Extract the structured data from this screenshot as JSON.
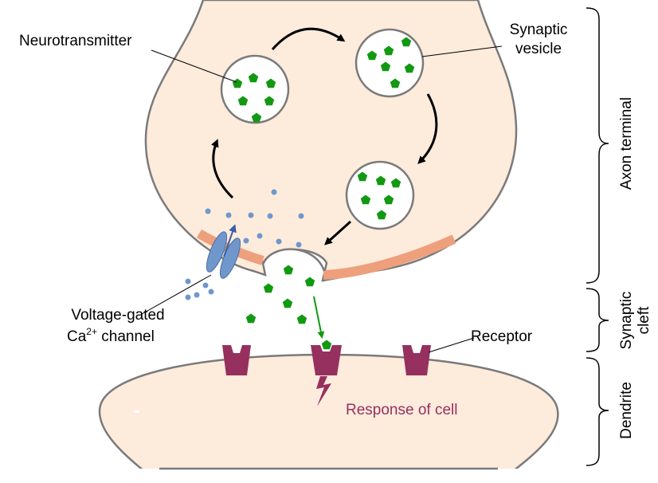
{
  "labels": {
    "neurotransmitter": "Neurotransmitter",
    "synaptic_vesicle_line1": "Synaptic",
    "synaptic_vesicle_line2": "vesicle",
    "vgcc_line1": "Voltage-gated",
    "vgcc_ca": "Ca",
    "vgcc_sup": "2+",
    "vgcc_line2_rest": " channel",
    "receptor": "Receptor",
    "response": "Response of cell"
  },
  "regions": {
    "axon_terminal": "Axon terminal",
    "synaptic_cleft_line1": "Synaptic",
    "synaptic_cleft_line2": "cleft",
    "dendrite": "Dendrite"
  },
  "colors": {
    "cell_fill": "#fdebdc",
    "membrane_outline": "#7a7a7a",
    "active_zone": "#ee9f7c",
    "vesicle_fill": "#ffffff",
    "neurotransmitter": "#119911",
    "receptor": "#96305e",
    "channel": "#6f97cc",
    "calcium_ion": "#6f97cc",
    "response_text": "#96305e",
    "bracket": "#000000"
  },
  "icons": [
    "neurotransmitter-molecule-icon",
    "calcium-ion-icon",
    "receptor-icon",
    "lightning-bolt-icon",
    "cycle-arrow-icon"
  ]
}
